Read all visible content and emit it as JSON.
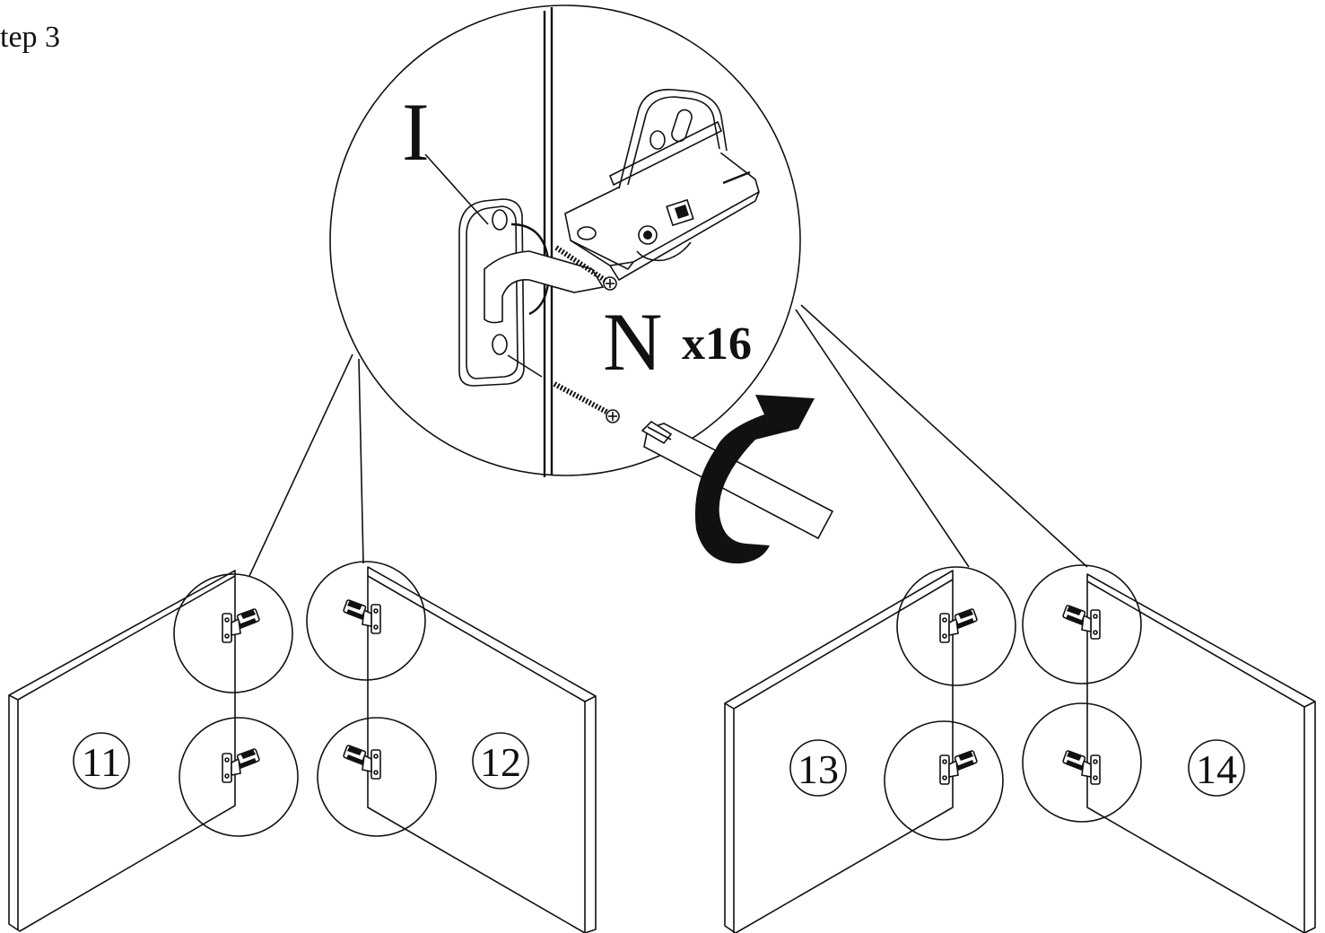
{
  "step_label": "tep 3",
  "detail": {
    "hinge_part": "I",
    "screw_part": "N",
    "screw_qty": "x16"
  },
  "doors": [
    {
      "label": "11"
    },
    {
      "label": "12"
    },
    {
      "label": "13"
    },
    {
      "label": "14"
    }
  ]
}
